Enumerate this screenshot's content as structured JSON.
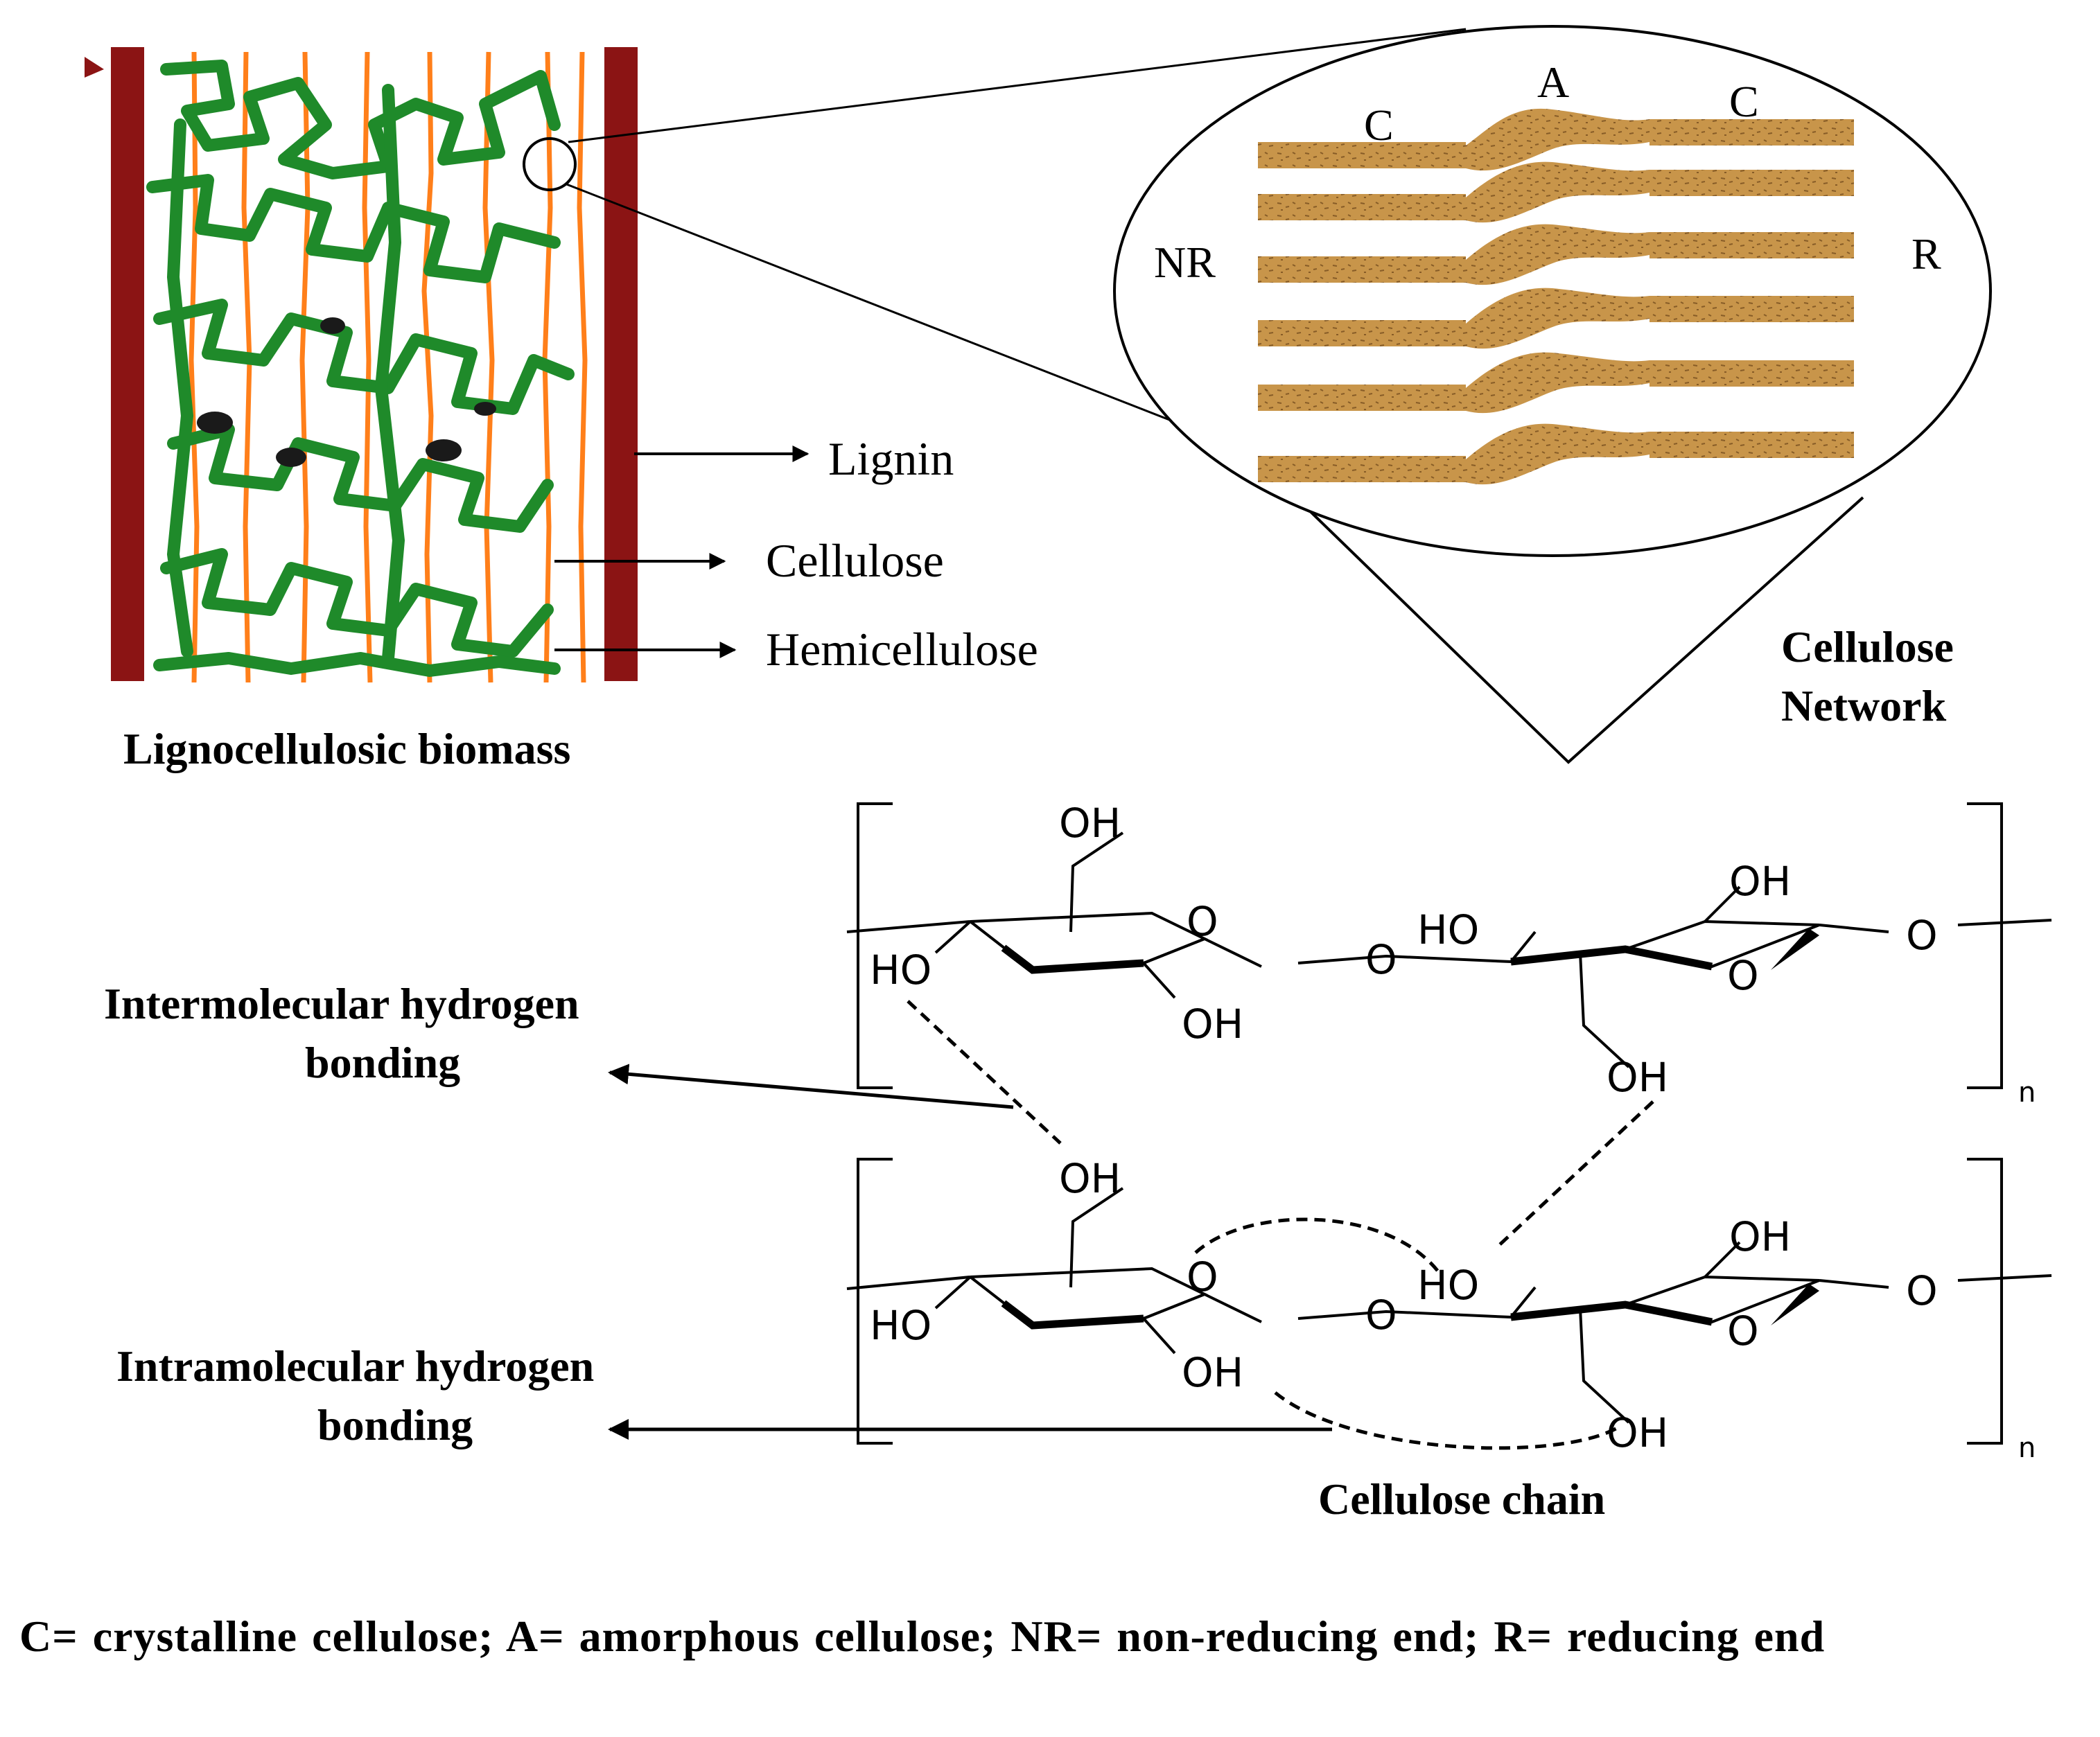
{
  "biomass": {
    "title": "Lignocellulosic biomass",
    "labels": {
      "lignin": "Lignin",
      "cellulose": "Cellulose",
      "hemicellulose": "Hemicellulose"
    }
  },
  "network": {
    "title_line1": "Cellulose",
    "title_line2": "Network",
    "amorphous": "A",
    "crystalline_left": "C",
    "crystalline_right": "C",
    "non_reducing": "NR",
    "reducing": "R"
  },
  "chain": {
    "title": "Cellulose chain",
    "oh": "OH",
    "ho": "HO",
    "o": "O",
    "n": "n"
  },
  "bonding": {
    "inter_line1": "Intermolecular  hydrogen",
    "inter_line2": "bonding",
    "intra_line1": "Intramolecular  hydrogen",
    "intra_line2": "bonding"
  },
  "caption": "C= crystalline cellulose; A= amorphous cellulose; NR= non-reducing end; R= reducing end",
  "colors": {
    "lignin": "#8b1414",
    "cellulose": "#ff7f1a",
    "hemicellulose": "#1f8a2a",
    "fibril": "#c8954a"
  }
}
